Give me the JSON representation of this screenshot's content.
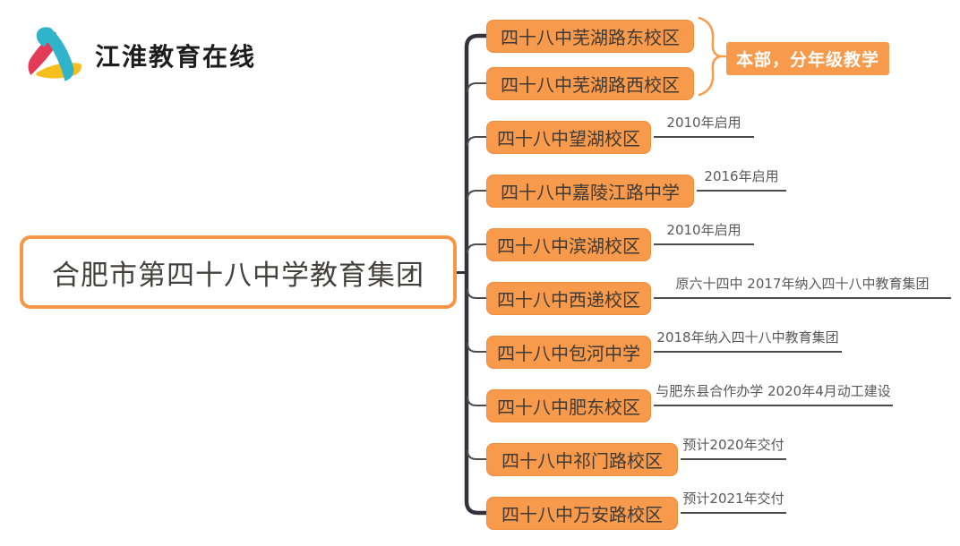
{
  "brand": {
    "name": "江淮教育在线",
    "logo_colors": {
      "red": "#e23a57",
      "cyan": "#2fb4cc",
      "yellow": "#f6bf1d",
      "text": "#1d1d1d"
    }
  },
  "root": {
    "label": "合肥市第四十八中学教育集团"
  },
  "group_note": {
    "label": "本部，分年级教学"
  },
  "branches": [
    {
      "label": "四十八中芜湖路东校区",
      "note": ""
    },
    {
      "label": "四十八中芜湖路西校区",
      "note": ""
    },
    {
      "label": "四十八中望湖校区",
      "note": "2010年启用"
    },
    {
      "label": "四十八中嘉陵江路中学",
      "note": "2016年启用"
    },
    {
      "label": "四十八中滨湖校区",
      "note": "2010年启用"
    },
    {
      "label": "四十八中西递校区",
      "note": "原六十四中 2017年纳入四十八中教育集团"
    },
    {
      "label": "四十八中包河中学",
      "note": "2018年纳入四十八中教育集团"
    },
    {
      "label": "四十八中肥东校区",
      "note": "与肥东县合作办学 2020年4月动工建设"
    },
    {
      "label": "四十八中祁门路校区",
      "note": "预计2020年交付"
    },
    {
      "label": "四十八中万安路校区",
      "note": "预计2021年交付"
    }
  ],
  "colors": {
    "node_fill": "#f79a4c",
    "node_border": "#ee8c3a",
    "node_text": "#3f3a35",
    "root_border": "#f79646",
    "spine": "#36303c",
    "branch_line": "#4d4d4d",
    "note_text": "#595959",
    "group_label_text": "#ffffff"
  }
}
